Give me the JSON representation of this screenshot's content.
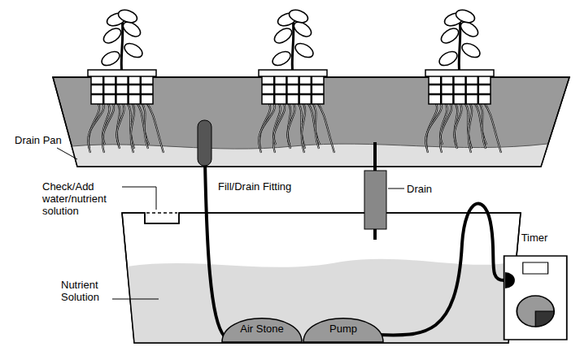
{
  "diagram": {
    "nodes": [
      {
        "text": [
          "Air Stone"
        ]
      },
      {
        "text": [
          "Pump"
        ]
      },
      {
        "text": [
          "Timer"
        ]
      }
    ],
    "edges": [
      {
        "from": 1,
        "to": 2,
        "arrow": "none"
      }
    ],
    "labels": [
      "Drain Pan",
      "Check/Add water/nutrient solution",
      "Fill/Drain Fitting",
      "Drain",
      "Nutrient Solution"
    ]
  }
}
